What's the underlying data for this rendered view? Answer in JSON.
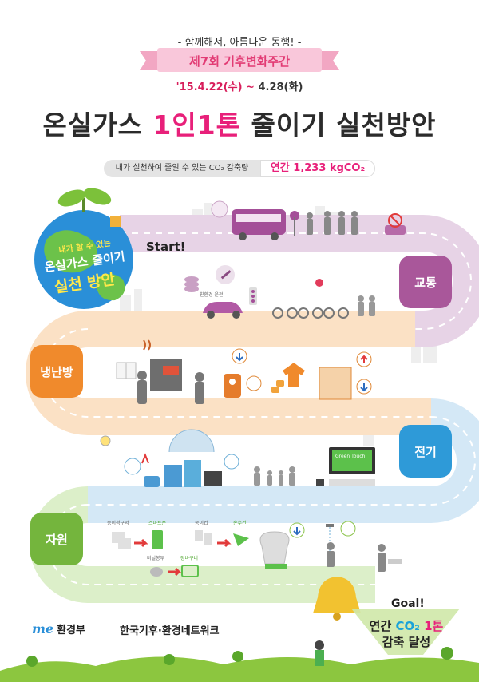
{
  "header": {
    "tagline": "- 함께해서, 아름다운 동행! -",
    "event": "제7회 기후변화주간",
    "date_start": "'15.4.22(수) ~",
    "date_end": " 4.28(화)",
    "title_pre": "온실가스 ",
    "title_hl": "1인1톤",
    "title_post": " 줄이기 실천방안",
    "sub_label": "내가 실천하여 줄일 수 있는 CO₂ 감축량",
    "sub_value": "연간 1,233 kgCO₂"
  },
  "globe": {
    "line1": "내가 할 수 있는",
    "line2": "온실가스 줄이기",
    "line3": "실천 방안"
  },
  "path": {
    "start": "Start!",
    "goal": "Goal!",
    "goal_line1": "연간 ",
    "goal_co2": "CO₂",
    "goal_num": " 1톤",
    "goal_line2": "감축 달성"
  },
  "categories": {
    "transport": "교통",
    "heating": "냉난방",
    "power": "전기",
    "resource": "자원"
  },
  "labels": {
    "eco_drive": "친환경 운전",
    "pay": "종이청구서",
    "smartphone": "스마트폰",
    "cup": "종이컵",
    "tumbler": "손수건",
    "bag": "비닐봉투",
    "basket": "장바구니",
    "green_touch": "Green Touch"
  },
  "footer": {
    "ministry_logo": "me",
    "ministry": "환경부",
    "network": "한국기후·환경네트워크"
  },
  "colors": {
    "transport": "#a9579a",
    "heating": "#f08a2c",
    "power": "#2e9ad8",
    "resource": "#74b53d",
    "accent": "#e8207a"
  }
}
